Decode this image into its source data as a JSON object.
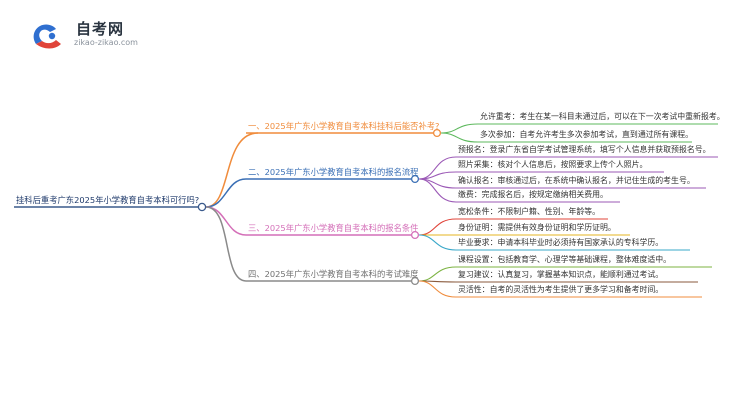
{
  "logo": {
    "title": "自考网",
    "subtitle": "zikao-zikao.com"
  },
  "mindmap": {
    "root": "挂科后重考广东2025年小学教育自考本科可行吗?",
    "branches": [
      {
        "label": "一、2025年广东小学教育自考本科挂科后能否补考?",
        "color": "#f08c3c",
        "leaves": [
          "允许重考：考生在某一科目未通过后，可以在下一次考试中重新报考。",
          "多次参加：自考允许考生多次参加考试，直到通过所有课程。"
        ]
      },
      {
        "label": "二、2025年广东小学教育自考本科的报名流程",
        "color": "#3a6fb5",
        "leaves": [
          "预报名：登录广东省自学考试管理系统，填写个人信息并获取预报名号。",
          "照片采集：核对个人信息后，按照要求上传个人照片。",
          "确认报名：审核通过后，在系统中确认报名，并记住生成的考生号。",
          "缴费：完成报名后，按规定缴纳相关费用。"
        ]
      },
      {
        "label": "三、2025年广东小学教育自考本科的报名条件",
        "color": "#d46fb8",
        "leaves": [
          "宽松条件：不限制户籍、性别、年龄等。",
          "身份证明：需提供有效身份证明和学历证明。",
          "毕业要求：申请本科毕业时必须持有国家承认的专科学历。"
        ]
      },
      {
        "label": "四、2025年广东小学教育自考本科的考试难度",
        "color": "#8a8a8a",
        "leaves": [
          "课程设置：包括教育学、心理学等基础课程，整体难度适中。",
          "复习建议：认真复习，掌握基本知识点，能顺利通过考试。",
          "灵活性：自考的灵活性为考生提供了更多学习和备考时间。"
        ]
      }
    ]
  },
  "colors": {
    "root_text": "#1f3a6b",
    "root_line": "#3a5a8c",
    "logo_blue": "#2f6fd0",
    "logo_red": "#e0443a"
  }
}
